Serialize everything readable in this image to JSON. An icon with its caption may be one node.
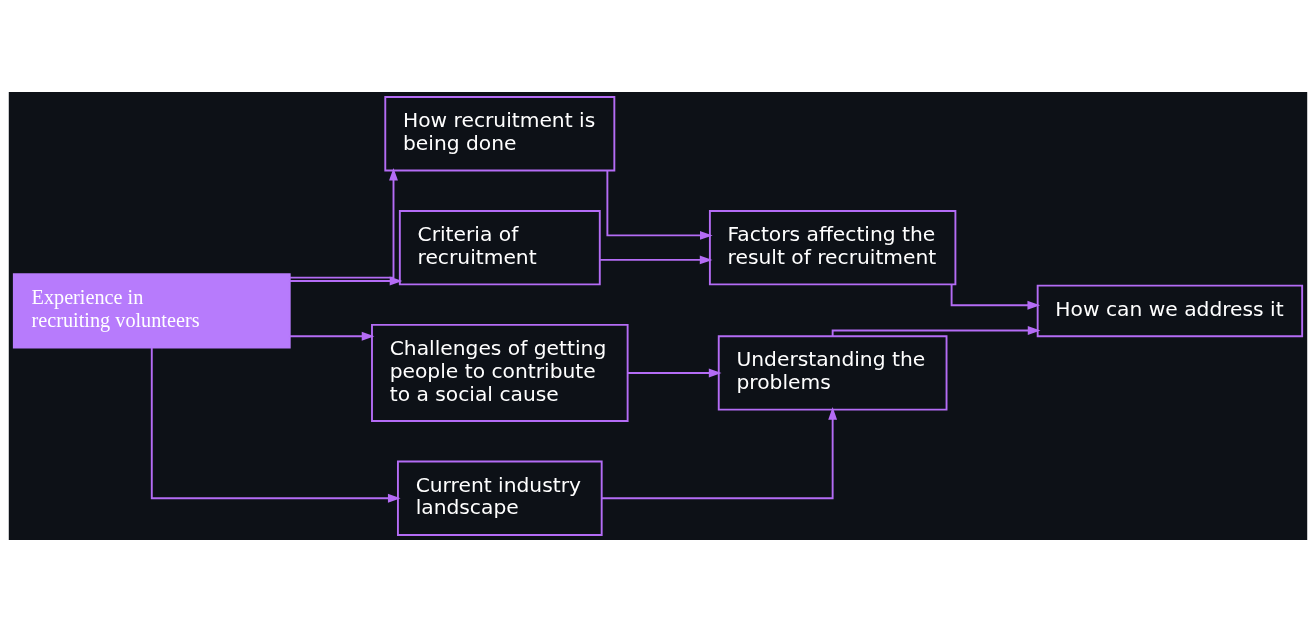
{
  "diagram": {
    "nodes": [
      {
        "text": [
          "Experience in recruiting volunteers"
        ]
      },
      {
        "text": [
          "How recruitment is being done"
        ]
      },
      {
        "text": [
          "Criteria of recruitment"
        ]
      },
      {
        "text": [
          "Challenges of getting people to contribute to a social cause"
        ]
      },
      {
        "text": [
          "Current industry landscape"
        ]
      },
      {
        "text": [
          "Factors affecting the result of recruitment"
        ]
      },
      {
        "text": [
          "Understanding the problems"
        ]
      },
      {
        "text": [
          "How can we address it"
        ]
      }
    ],
    "edges": [
      {
        "from": 0,
        "to": 1,
        "arrow": "to"
      },
      {
        "from": 0,
        "to": 2,
        "arrow": "to"
      },
      {
        "from": 0,
        "to": 3,
        "arrow": "to"
      },
      {
        "from": 0,
        "to": 4,
        "arrow": "to"
      },
      {
        "from": 1,
        "to": 5,
        "arrow": "to"
      },
      {
        "from": 2,
        "to": 5,
        "arrow": "to"
      },
      {
        "from": 3,
        "to": 6,
        "arrow": "to"
      },
      {
        "from": 4,
        "to": 6,
        "arrow": "to"
      },
      {
        "from": 5,
        "to": 7,
        "arrow": "to"
      },
      {
        "from": 6,
        "to": 7,
        "arrow": "to"
      }
    ]
  }
}
